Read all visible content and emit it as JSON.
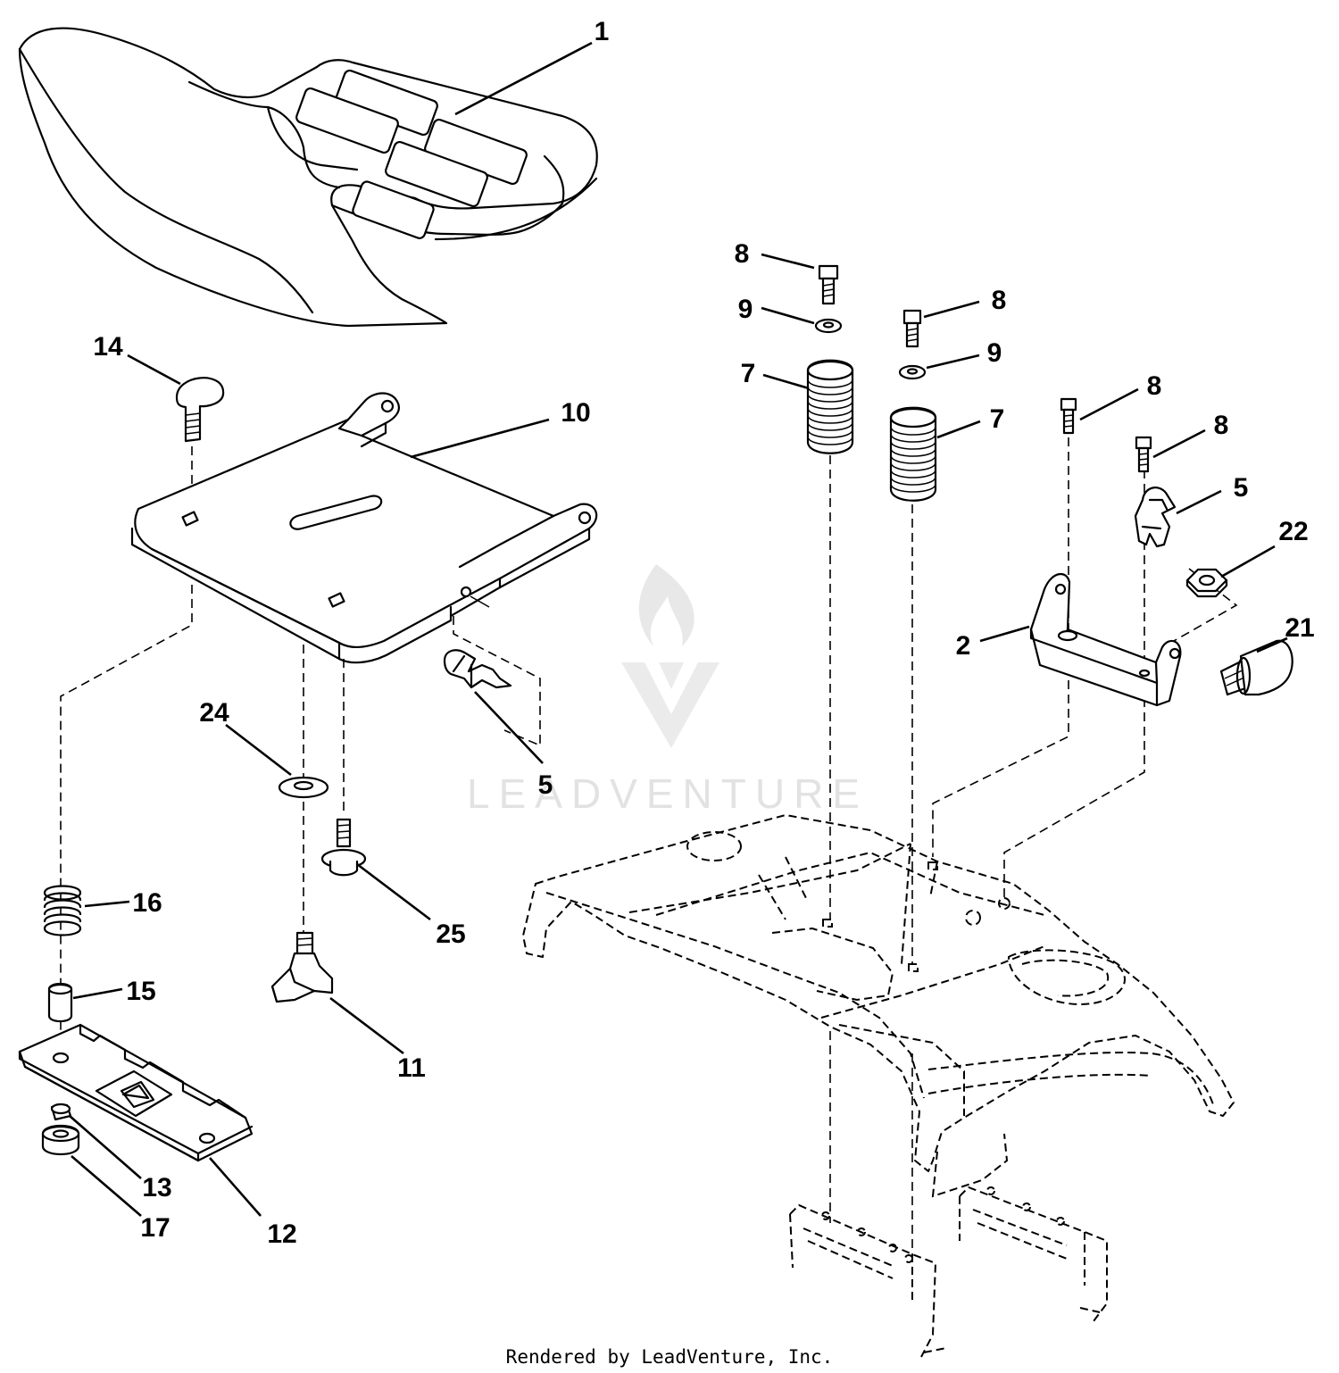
{
  "callouts": [
    {
      "id": "c1",
      "label": "1"
    },
    {
      "id": "c14",
      "label": "14"
    },
    {
      "id": "c10",
      "label": "10"
    },
    {
      "id": "c8a",
      "label": "8"
    },
    {
      "id": "c9a",
      "label": "9"
    },
    {
      "id": "c7a",
      "label": "7"
    },
    {
      "id": "c8b",
      "label": "8"
    },
    {
      "id": "c9b",
      "label": "9"
    },
    {
      "id": "c7b",
      "label": "7"
    },
    {
      "id": "c8c",
      "label": "8"
    },
    {
      "id": "c8d",
      "label": "8"
    },
    {
      "id": "c5a",
      "label": "5"
    },
    {
      "id": "c22",
      "label": "22"
    },
    {
      "id": "c21",
      "label": "21"
    },
    {
      "id": "c2",
      "label": "2"
    },
    {
      "id": "c5b",
      "label": "5"
    },
    {
      "id": "c24",
      "label": "24"
    },
    {
      "id": "c25",
      "label": "25"
    },
    {
      "id": "c16",
      "label": "16"
    },
    {
      "id": "c15",
      "label": "15"
    },
    {
      "id": "c11",
      "label": "11"
    },
    {
      "id": "c13",
      "label": "13"
    },
    {
      "id": "c17",
      "label": "17"
    },
    {
      "id": "c12",
      "label": "12"
    }
  ],
  "watermark": "LEADVENTURE",
  "footer": "Rendered by LeadVenture, Inc."
}
